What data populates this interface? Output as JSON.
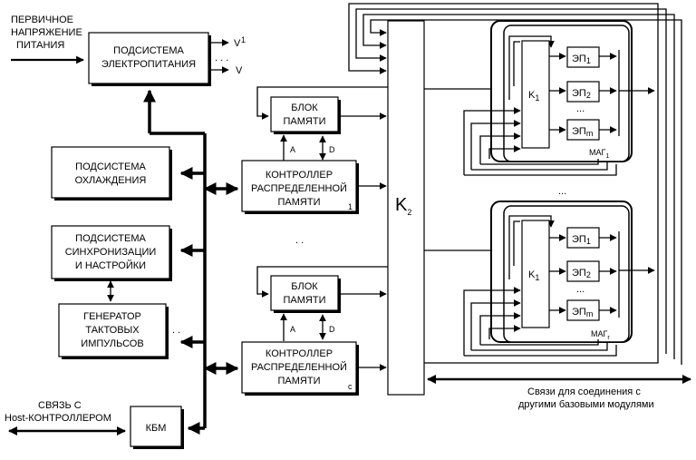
{
  "input": {
    "l1": "ПЕРВИЧНОЕ",
    "l2": "НАПРЯЖЕНИЕ",
    "l3": "ПИТАНИЯ"
  },
  "power": {
    "l1": "ПОДСИСТЕМА",
    "l2": "ЭЛЕКТРОПИТАНИЯ",
    "v1": "V",
    "v1sup": "1",
    "dots": ". . .",
    "v2": "V"
  },
  "cooling": {
    "l1": "ПОДСИСТЕМА",
    "l2": "ОХЛАЖДЕНИЯ"
  },
  "sync": {
    "l1": "ПОДСИСТЕМА",
    "l2": "СИНХРОНИЗАЦИИ",
    "l3": "И НАСТРОЙКИ"
  },
  "gen": {
    "l1": "ГЕНЕРАТОР",
    "l2": "ТАКТОВЫХ",
    "l3": "ИМПУЛЬСОВ",
    "dots": ". ."
  },
  "kbm": {
    "label": "КБМ"
  },
  "host": {
    "l1": "СВЯЗЬ С",
    "l2": "Host-КОНТРОЛЛЕРОМ"
  },
  "mem1": {
    "l1": "БЛОК",
    "l2": "ПАМЯТИ",
    "a": "А",
    "d": "D"
  },
  "ctrl1": {
    "l1": "КОНТРОЛЛЕР",
    "l2": "РАСПРЕДЕЛЕННОЙ",
    "l3": "ПАМЯТИ",
    "sub": "1"
  },
  "mid_dots": ". .",
  "mem2": {
    "l1": "БЛОК",
    "l2": "ПАМЯТИ",
    "a": "А",
    "d": "D"
  },
  "ctrl2": {
    "l1": "КОНТРОЛЛЕР",
    "l2": "РАСПРЕДЕЛЕННОЙ",
    "l3": "ПАМЯТИ",
    "sub": "c"
  },
  "k2": {
    "base": "K",
    "sub": "2"
  },
  "mag1": {
    "k1": {
      "base": "K",
      "sub": "1"
    },
    "ep1": {
      "base": "ЭП",
      "sub": "1"
    },
    "ep2": {
      "base": "ЭП",
      "sub": "2"
    },
    "ep_dots": "...",
    "epm": {
      "base": "ЭП",
      "sub": "m"
    },
    "name": {
      "base": "МАГ",
      "sub": "1"
    }
  },
  "mag_dots": "...",
  "mag2": {
    "k1": {
      "base": "K",
      "sub": "1"
    },
    "ep1": {
      "base": "ЭП",
      "sub": "1"
    },
    "ep2": {
      "base": "ЭП",
      "sub": "2"
    },
    "ep_dots": "...",
    "epm": {
      "base": "ЭП",
      "sub": "m"
    },
    "name": {
      "base": "МАГ",
      "sub": "r"
    }
  },
  "links": {
    "l1": "Связи для соединения с",
    "l2": "другими базовыми модулями"
  }
}
